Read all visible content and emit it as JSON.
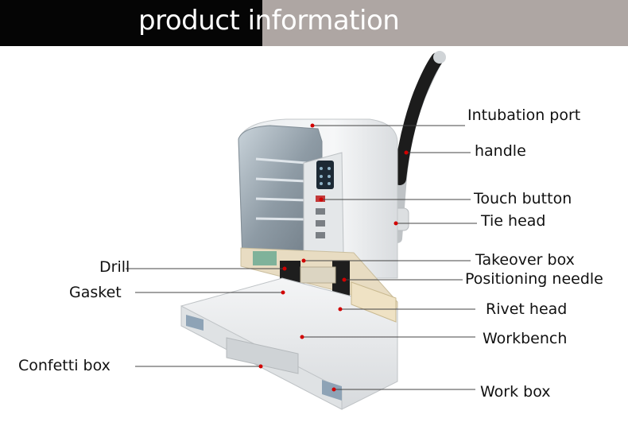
{
  "banner": {
    "title": "product information"
  },
  "labels": [
    "Intubation port",
    "handle",
    "Touch button",
    "Tie head",
    "Takeover box",
    "Positioning needle",
    "Rivet head",
    "Workbench",
    "Work box",
    "Drill",
    "Gasket",
    "Confetti box"
  ],
  "colors": {
    "banner_dark": "#050505",
    "banner_light": "#aea6a3",
    "marker": "#d10000"
  }
}
